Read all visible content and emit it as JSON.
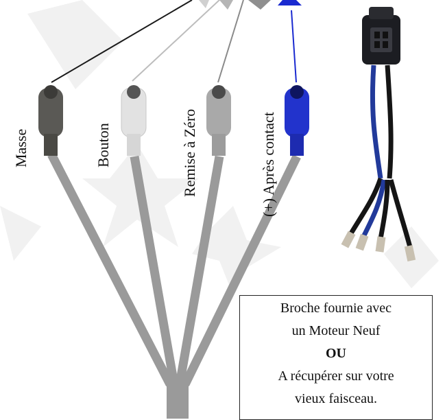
{
  "connectors": [
    {
      "label": "Masse",
      "color": "#5a5955",
      "wire": "#1a1a1a"
    },
    {
      "label": "Bouton",
      "color": "#e2e2e2",
      "wire": "#b8b8b8"
    },
    {
      "label": "Remise à Zéro",
      "color": "#a9a9a9",
      "wire": "#888888"
    },
    {
      "label": "(+) Après contact",
      "color": "#2233cc",
      "wire": "#1a2ad0"
    }
  ],
  "note": {
    "line1": "Broche fournie avec",
    "line2": "un Moteur Neuf",
    "line3": "OU",
    "line4": "A récupérer sur votre",
    "line5": "vieux faisceau."
  },
  "colors": {
    "harness": "#9a9a9a",
    "watermark": "#f0f0f0",
    "plug": "#1c1d22"
  }
}
